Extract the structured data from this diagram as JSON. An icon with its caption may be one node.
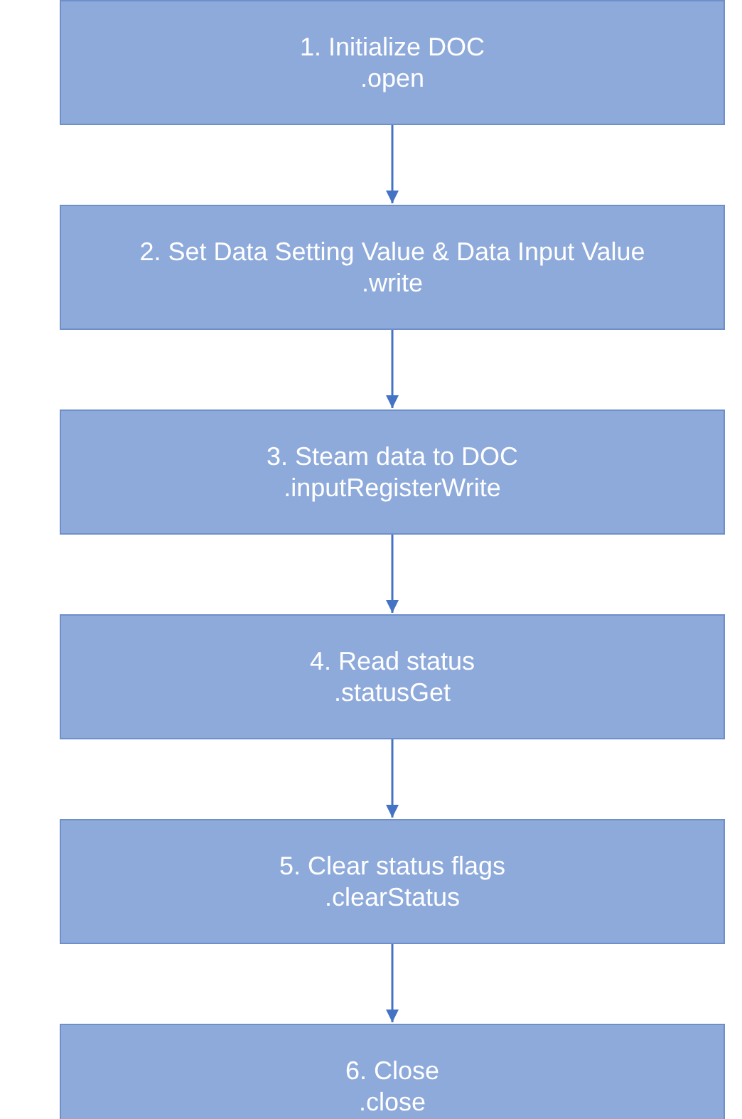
{
  "diagram": {
    "nodes": [
      {
        "text": [
          "1. Initialize DOC",
          ".open"
        ]
      },
      {
        "text": [
          "2. Set Data Setting Value & Data Input Value",
          ".write"
        ]
      },
      {
        "text": [
          "3. Steam data to DOC",
          ".inputRegisterWrite"
        ]
      },
      {
        "text": [
          "4. Read status",
          ".statusGet"
        ]
      },
      {
        "text": [
          "5. Clear status flags",
          ".clearStatus"
        ]
      },
      {
        "text": [
          "6. Close",
          ".close"
        ]
      }
    ],
    "edges": [
      {
        "from": 0,
        "to": 1,
        "arrow": "to"
      },
      {
        "from": 1,
        "to": 2,
        "arrow": "to"
      },
      {
        "from": 2,
        "to": 3,
        "arrow": "to"
      },
      {
        "from": 3,
        "to": 4,
        "arrow": "to"
      },
      {
        "from": 4,
        "to": 5,
        "arrow": "to"
      }
    ]
  }
}
